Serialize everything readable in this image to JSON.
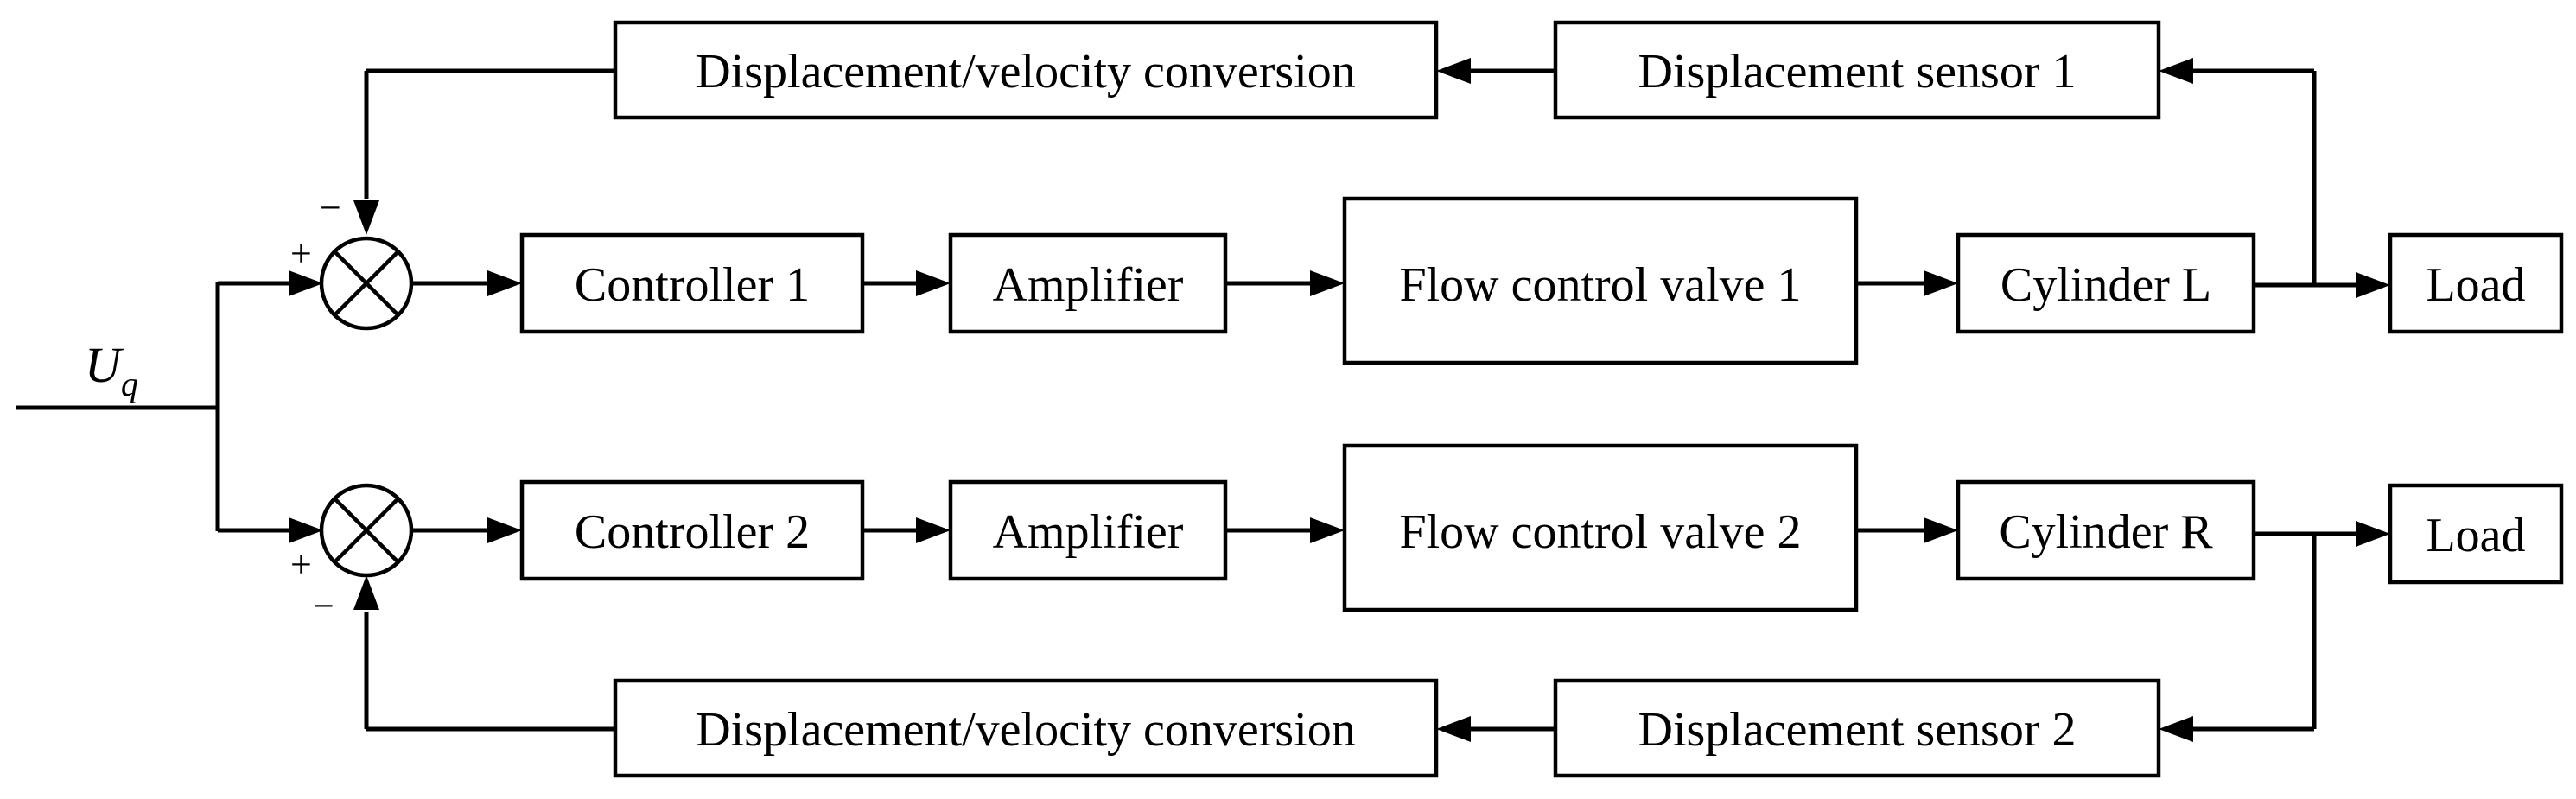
{
  "input": {
    "symbol": "U",
    "subscript": "q"
  },
  "top_loop": {
    "conversion": "Displacement/velocity conversion",
    "sensor": "Displacement sensor 1",
    "controller": "Controller 1",
    "amplifier": "Amplifier",
    "valve": "Flow control valve 1",
    "cylinder": "Cylinder L",
    "load": "Load",
    "sign_feedback": "−",
    "sign_input": "+"
  },
  "bottom_loop": {
    "conversion": "Displacement/velocity conversion",
    "sensor": "Displacement sensor 2",
    "controller": "Controller 2",
    "amplifier": "Amplifier",
    "valve": "Flow control valve 2",
    "cylinder": "Cylinder R",
    "load": "Load",
    "sign_feedback": "−",
    "sign_input": "+"
  }
}
